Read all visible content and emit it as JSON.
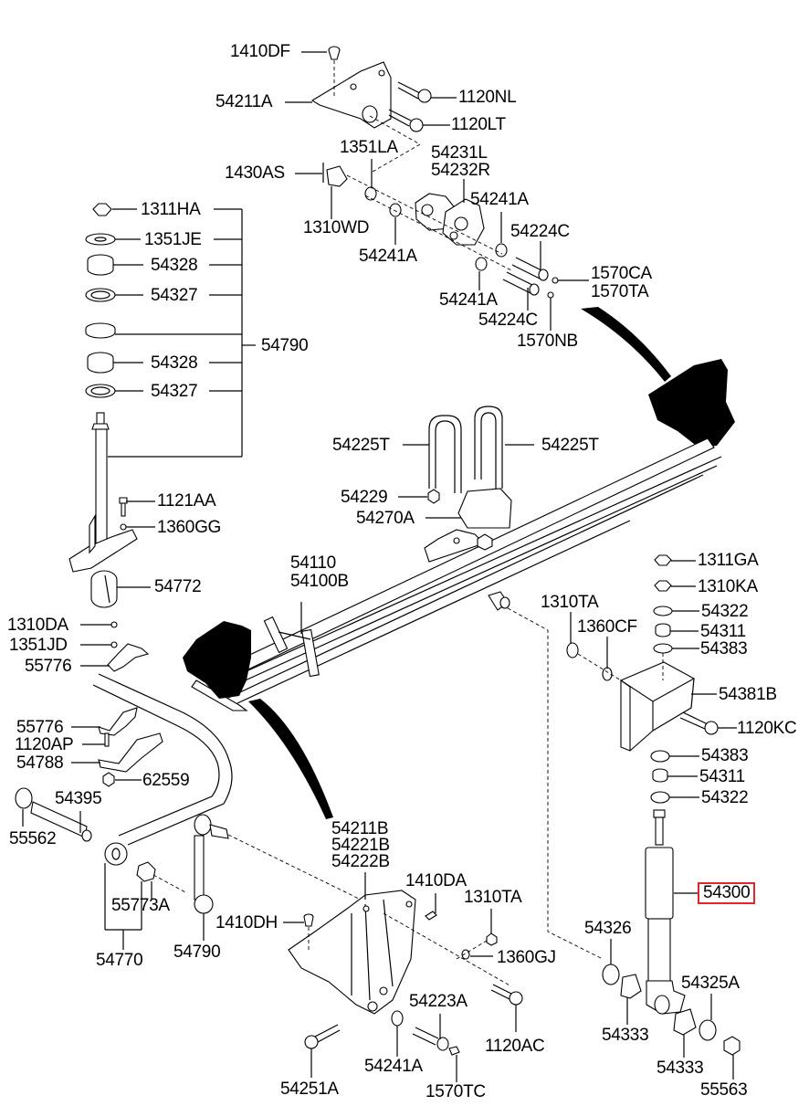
{
  "diagram": {
    "title": "Rear leaf spring & shock absorber exploded parts diagram",
    "highlight_color": "#e0262b",
    "labels": {
      "l1410DF": "1410DF",
      "l54211A": "54211A",
      "l1120NL": "1120NL",
      "l1120LT": "1120LT",
      "l1351LA": "1351LA",
      "l54231L": "54231L",
      "l54232R": "54232R",
      "l1430AS": "1430AS",
      "l1310WD": "1310WD",
      "l54241A_a": "54241A",
      "l54241A_b": "54241A",
      "l54241A_c": "54241A",
      "l54224C_a": "54224C",
      "l54224C_b": "54224C",
      "l1570CA": "1570CA",
      "l1570TA": "1570TA",
      "l1570NB": "1570NB",
      "l1311HA": "1311HA",
      "l1351JE": "1351JE",
      "l54328_a": "54328",
      "l54327_a": "54327",
      "l54790_a": "54790",
      "l54328_b": "54328",
      "l54327_b": "54327",
      "l1121AA": "1121AA",
      "l1360GG": "1360GG",
      "l54772": "54772",
      "l54225T_a": "54225T",
      "l54225T_b": "54225T",
      "l54229": "54229",
      "l54270A": "54270A",
      "l54110": "54110",
      "l54100B": "54100B",
      "l1311GA": "1311GA",
      "l1310KA": "1310KA",
      "l54322_a": "54322",
      "l54311_a": "54311",
      "l54383_a": "54383",
      "l1310TA_a": "1310TA",
      "l1360CF": "1360CF",
      "l54381B": "54381B",
      "l1120KC": "1120KC",
      "l54383_b": "54383",
      "l54311_b": "54311",
      "l54322_b": "54322",
      "l1310DA": "1310DA",
      "l1351JD": "1351JD",
      "l55776_a": "55776",
      "l55776_b": "55776",
      "l1120AP": "1120AP",
      "l54788": "54788",
      "l62559": "62559",
      "l55562": "55562",
      "l54395": "54395",
      "l55773A": "55773A",
      "l54770": "54770",
      "l54790_b": "54790",
      "l54211B": "54211B",
      "l54221B": "54221B",
      "l54222B": "54222B",
      "l1410DA": "1410DA",
      "l1410DH": "1410DH",
      "l1310TA_b": "1310TA",
      "l1360GJ": "1360GJ",
      "l54223A": "54223A",
      "l1120AC": "1120AC",
      "l54241A_d": "54241A",
      "l54251A": "54251A",
      "l1570TC": "1570TC",
      "l54300": "54300",
      "l54326": "54326",
      "l54325A": "54325A",
      "l54333_a": "54333",
      "l54333_b": "54333",
      "l55563": "55563"
    }
  }
}
